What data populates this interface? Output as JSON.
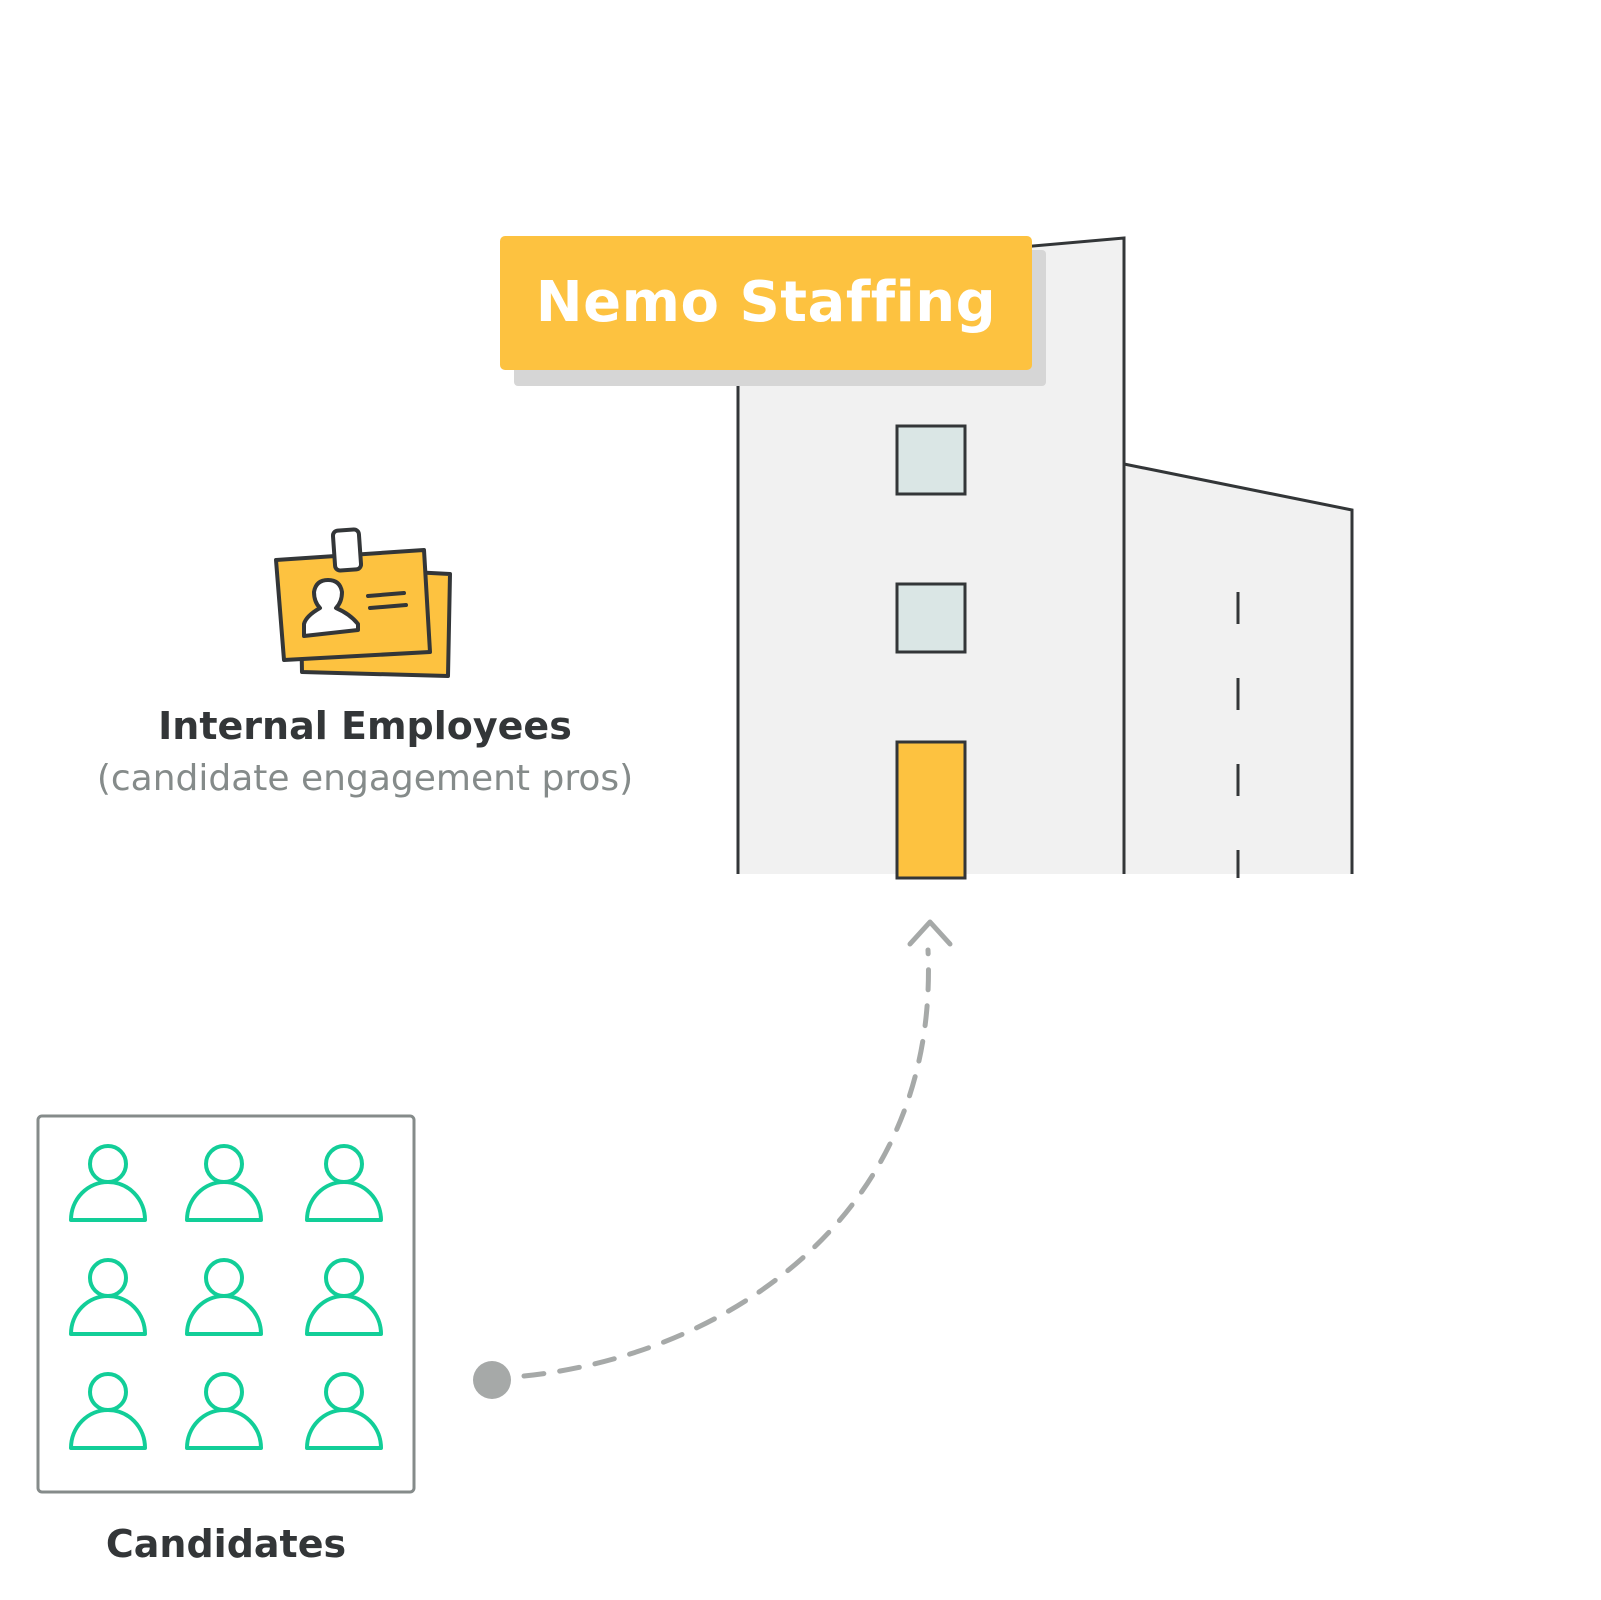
{
  "building": {
    "sign_text": "Nemo Staffing"
  },
  "employees": {
    "title": "Internal Employees",
    "subtitle": "(candidate engagement pros)"
  },
  "candidates": {
    "title": "Candidates",
    "count": 9
  },
  "colors": {
    "accent_yellow": "#fdc240",
    "outline": "#333638",
    "building_fill": "#f1f1f1",
    "window_fill": "#dae6e5",
    "candidate_green": "#12ce98",
    "connector_gray": "#a6a9a8",
    "box_border": "#858b8a"
  },
  "icons": [
    "id-badge-icon",
    "person-icon",
    "arrow-up-icon"
  ]
}
